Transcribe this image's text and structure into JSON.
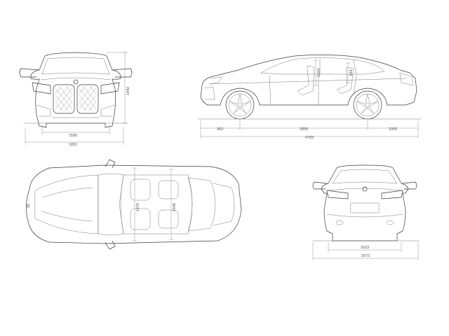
{
  "dimensions": {
    "front_height": "1442",
    "front_track": "1595",
    "front_overall_width": "1852",
    "side_headroom_front": "1024",
    "side_headroom_rear": "944",
    "front_overhang": "862",
    "wheelbase": "2856",
    "rear_overhang": "1065",
    "overall_length": "4783",
    "top_shoulder_front": "1470",
    "top_shoulder_rear": "1445",
    "rear_track": "1623",
    "overall_width_mirrors": "2073"
  },
  "colors": {
    "line": "#3a3a3a",
    "dimension_line": "#8a8a8a",
    "background": "#ffffff"
  },
  "icons": {
    "brand_roundel": "bmw-roundel-icon"
  }
}
